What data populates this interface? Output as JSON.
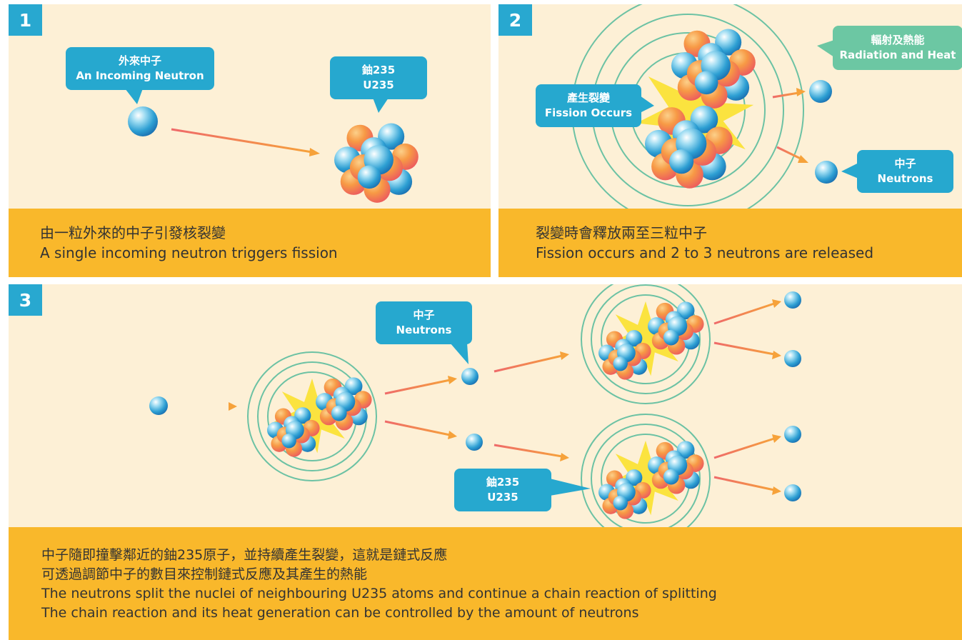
{
  "panel1": {
    "number": "1",
    "callout_neutron": {
      "zh": "外來中子",
      "en": "An Incoming Neutron"
    },
    "callout_u235": {
      "zh": "鈾235",
      "en": "U235"
    },
    "caption": {
      "zh": "由一粒外來的中子引發核裂變",
      "en": "A single incoming neutron triggers fission"
    }
  },
  "panel2": {
    "number": "2",
    "callout_fission": {
      "zh": "產生裂變",
      "en": "Fission Occurs"
    },
    "callout_radiation": {
      "zh": "輻射及熱能",
      "en": "Radiation and Heat"
    },
    "callout_neutrons": {
      "zh": "中子",
      "en": "Neutrons"
    },
    "caption": {
      "zh": "裂變時會釋放兩至三粒中子",
      "en": "Fission occurs and 2 to 3 neutrons are released"
    }
  },
  "panel3": {
    "number": "3",
    "callout_neutrons": {
      "zh": "中子",
      "en": "Neutrons"
    },
    "callout_u235": {
      "zh": "鈾235",
      "en": "U235"
    },
    "caption": {
      "zh1": "中子隨即撞擊鄰近的鈾235原子，並持續產生裂變，這就是鏈式反應",
      "zh2": "可透過調節中子的數目來控制鏈式反應及其產生的熱能",
      "en1": "The neutrons split the nuclei of neighbouring U235 atoms and continue a chain reaction of splitting",
      "en2": "The chain reaction and its heat generation can be controlled by the amount of neutrons"
    }
  },
  "colors": {
    "panel_bg": "#fdf0d6",
    "caption_bg": "#f9b82b",
    "badge_blue": "#28a8d0",
    "callout_green": "#6cc7a3",
    "orange_particle": "#f28b3c",
    "ring_green": "#6cc2a4"
  }
}
